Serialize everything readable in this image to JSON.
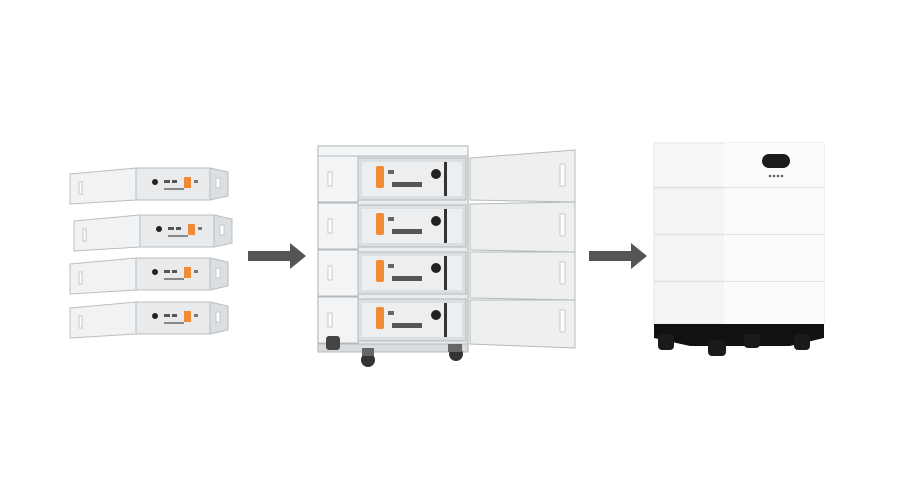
{
  "scene": {
    "background": "#ffffff",
    "modules_count": 4,
    "stages": [
      {
        "name": "individual-battery-modules"
      },
      {
        "name": "assembled-rack-open"
      },
      {
        "name": "finished-enclosure-closed"
      }
    ],
    "colors": {
      "panel": "#eef0f0",
      "panel_dark": "#c9cccf",
      "panel_edge": "#b5b9bc",
      "accent_orange": "#f08a34",
      "arrow": "#555555",
      "enclosure": "#f6f7f8",
      "base": "#111111"
    },
    "icons": [
      "right-arrow-icon",
      "breaker-switch-icon",
      "terminal-connector-icon"
    ]
  }
}
